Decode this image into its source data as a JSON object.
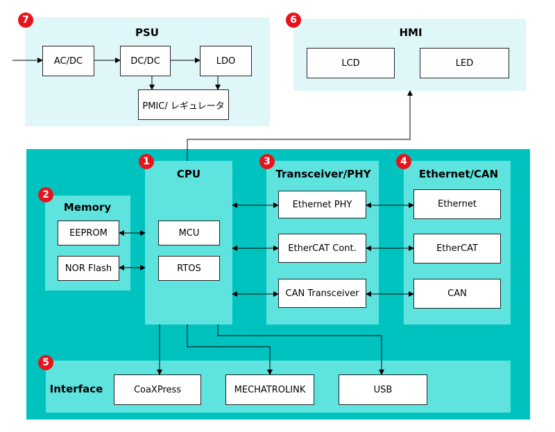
{
  "psu": {
    "badge": "7",
    "title": "PSU",
    "acdc": "AC/DC",
    "dcdc": "DC/DC",
    "ldo": "LDO",
    "pmic": "PMIC/ レギュレータ"
  },
  "hmi": {
    "badge": "6",
    "title": "HMI",
    "lcd": "LCD",
    "led": "LED"
  },
  "cpu": {
    "badge": "1",
    "title": "CPU",
    "mcu": "MCU",
    "rtos": "RTOS"
  },
  "memory": {
    "badge": "2",
    "title": "Memory",
    "eeprom": "EEPROM",
    "nor": "NOR Flash"
  },
  "transceiver": {
    "badge": "3",
    "title": "Transceiver/PHY",
    "eth_phy": "Ethernet PHY",
    "ethercat_cont": "EtherCAT Cont.",
    "can_trx": "CAN Transceiver"
  },
  "ethcan": {
    "badge": "4",
    "title": "Ethernet/CAN",
    "ethernet": "Ethernet",
    "ethercat": "EtherCAT",
    "can": "CAN"
  },
  "interface": {
    "badge": "5",
    "title": "Interface",
    "coaxpress": "CoaXPress",
    "mechatrolink": "MECHATROLINK",
    "usb": "USB"
  },
  "colors": {
    "main_block": "#00c3bf",
    "sub_block": "#5fe3de",
    "light_panel": "#dff7f8",
    "badge": "#e8141c"
  }
}
